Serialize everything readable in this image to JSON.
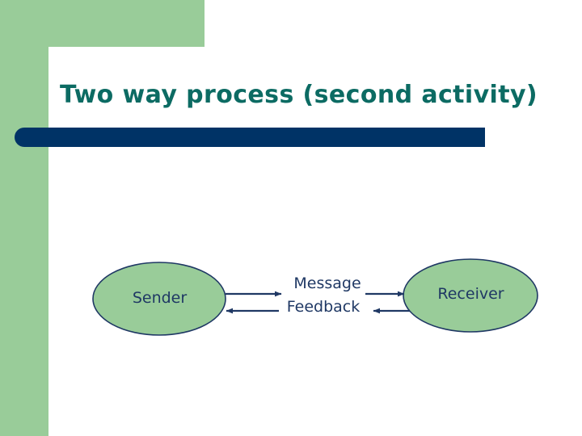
{
  "slide": {
    "title": "Two way process (second activity)",
    "colors": {
      "accent_green": "#99cc99",
      "title_teal": "#0c6b63",
      "bar_navy": "#003366",
      "outline_navy": "#1f3864",
      "background": "#ffffff"
    }
  },
  "diagram": {
    "type": "flow",
    "nodes": [
      {
        "id": "sender",
        "label": "Sender",
        "shape": "ellipse"
      },
      {
        "id": "receiver",
        "label": "Receiver",
        "shape": "ellipse"
      }
    ],
    "edges": [
      {
        "id": "message",
        "label": "Message",
        "from": "sender",
        "to": "receiver",
        "direction": "right"
      },
      {
        "id": "feedback",
        "label": "Feedback",
        "from": "receiver",
        "to": "sender",
        "direction": "left"
      }
    ]
  }
}
